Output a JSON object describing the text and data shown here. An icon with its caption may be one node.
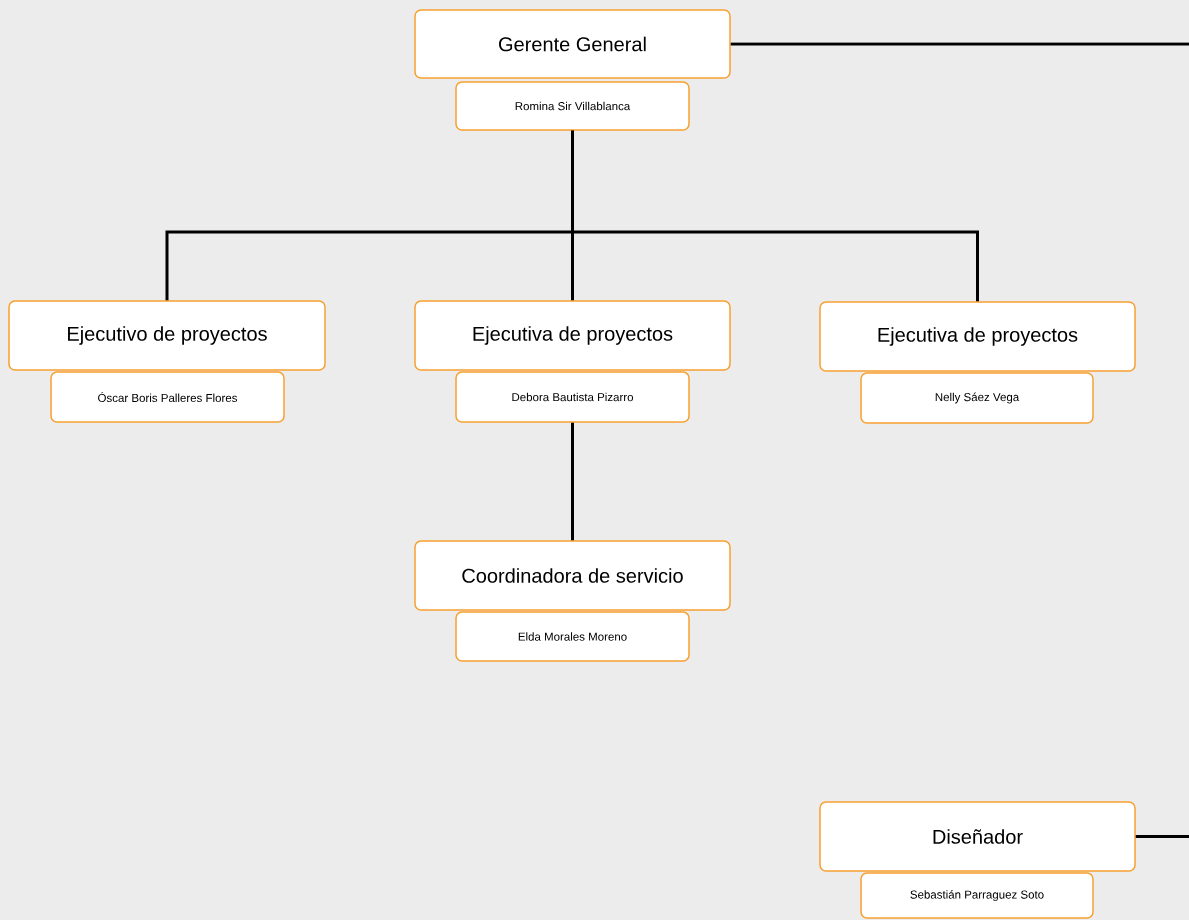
{
  "diagram": {
    "nodes": [
      {
        "text": [
          "Gerente General"
        ]
      },
      {
        "text": [
          "Romina Sir Villablanca"
        ]
      },
      {
        "text": [
          "Ejecutivo de proyectos"
        ]
      },
      {
        "text": [
          "Óscar Boris Palleres Flores"
        ]
      },
      {
        "text": [
          "Ejecutiva de proyectos"
        ]
      },
      {
        "text": [
          "Debora Bautista Pizarro"
        ]
      },
      {
        "text": [
          "Ejecutiva de proyectos"
        ]
      },
      {
        "text": [
          "Nelly Sáez Vega"
        ]
      },
      {
        "text": [
          "Coordinadora de servicio"
        ]
      },
      {
        "text": [
          "Elda Morales Moreno"
        ]
      },
      {
        "text": [
          "Diseñador"
        ]
      },
      {
        "text": [
          "Sebastián Parraguez Soto"
        ]
      }
    ],
    "edges": [
      {
        "from": 0,
        "to": null,
        "arrow": "none"
      },
      {
        "from": 1,
        "to": 2,
        "arrow": "none"
      },
      {
        "from": 1,
        "to": 4,
        "arrow": "none"
      },
      {
        "from": 1,
        "to": 6,
        "arrow": "none"
      },
      {
        "from": 5,
        "to": 8,
        "arrow": "none"
      },
      {
        "from": 10,
        "to": null,
        "arrow": "none"
      }
    ]
  }
}
